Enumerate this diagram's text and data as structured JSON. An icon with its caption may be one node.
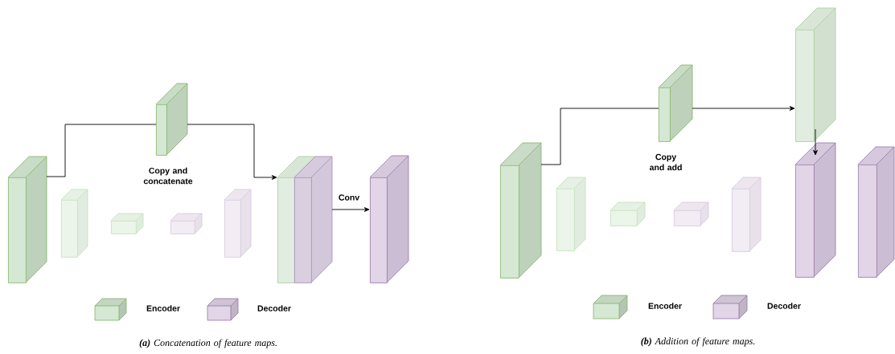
{
  "diagram": {
    "nodes": [
      {
        "text": [],
        "shape": "box"
      },
      {
        "text": [],
        "shape": "box"
      },
      {
        "text": [],
        "shape": "box"
      },
      {
        "text": [],
        "shape": "box"
      },
      {
        "text": [],
        "shape": "box"
      },
      {
        "text": [],
        "shape": "box"
      },
      {
        "text": [],
        "shape": "box"
      },
      {
        "text": [],
        "shape": "box"
      },
      {
        "text": [],
        "shape": "box"
      },
      {
        "text": [],
        "shape": "box"
      },
      {
        "text": [],
        "shape": "box"
      },
      {
        "text": [],
        "shape": "box"
      },
      {
        "text": [],
        "shape": "box"
      },
      {
        "text": [],
        "shape": "box"
      },
      {
        "text": [],
        "shape": "box"
      },
      {
        "text": [],
        "shape": "box"
      },
      {
        "text": [],
        "shape": "box"
      },
      {
        "text": [],
        "shape": "box"
      }
    ],
    "edges": [
      {
        "from": 0,
        "to": 1,
        "arrow": "none"
      },
      {
        "from": 1,
        "to": 6,
        "arrow": "to"
      },
      {
        "from": 7,
        "to": 8,
        "arrow": "to",
        "label": "Conv"
      },
      {
        "from": 9,
        "to": 10,
        "arrow": "none"
      },
      {
        "from": 10,
        "to": 15,
        "arrow": "to"
      },
      {
        "from": 15,
        "to": 16,
        "arrow": "to"
      }
    ],
    "labels": [
      "Copy and concatenate",
      "Copy and add",
      "**(a)** Concatenation of feature maps.",
      "**(b)** Addition of feature maps."
    ],
    "legend": [
      {
        "text": "Encoder",
        "color": "#d5e8d4"
      },
      {
        "text": "Decoder",
        "color": "#e1d5e7"
      },
      {
        "text": "Encoder",
        "color": "#d5e8d4"
      },
      {
        "text": "Decoder",
        "color": "#e1d5e7"
      }
    ]
  }
}
